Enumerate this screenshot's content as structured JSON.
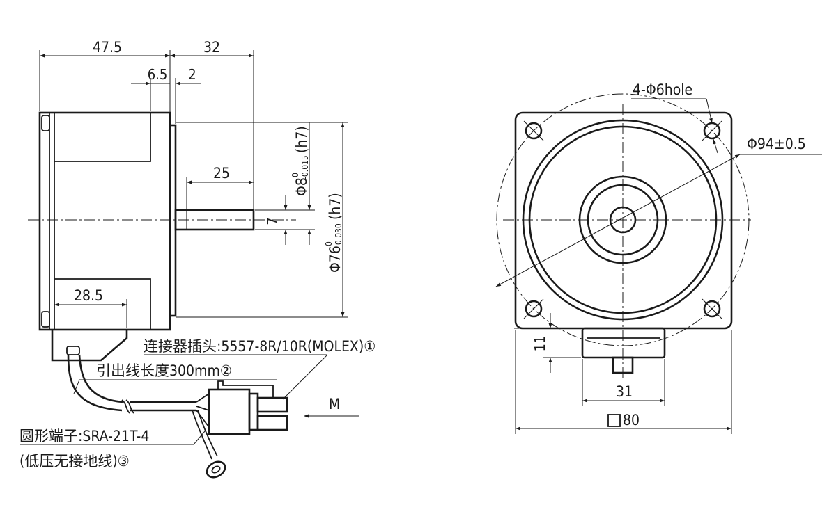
{
  "side_view": {
    "dims": {
      "body_length": "47.5",
      "shaft_total": "32",
      "flange_step": "6.5",
      "flange_thk": "2",
      "shaft_flat": "25",
      "gear_pos": "28.5",
      "flat_depth": "7"
    },
    "shaft_dia": {
      "prefix": "Φ8",
      "tol_upper": "0",
      "tol_lower": "-0.015",
      "fit": "(h7)"
    },
    "pilot_dia": {
      "prefix": "Φ76",
      "tol_upper": "0",
      "tol_lower": "-0.030",
      "fit": "(h7)"
    }
  },
  "callouts": {
    "connector": "连接器插头:5557-8R/10R(MOLEX)①",
    "lead_length": "引出线长度300mm②",
    "terminal_line1": "圆形端子:SRA-21T-4",
    "terminal_line2": "(低压无接地线)③",
    "view_m": "M"
  },
  "front_view": {
    "holes": "4-Φ6hole",
    "pcd": "Φ94±0.5",
    "height_11": "11",
    "box_31": "31",
    "square_symbol": "□",
    "square_size": "80"
  }
}
